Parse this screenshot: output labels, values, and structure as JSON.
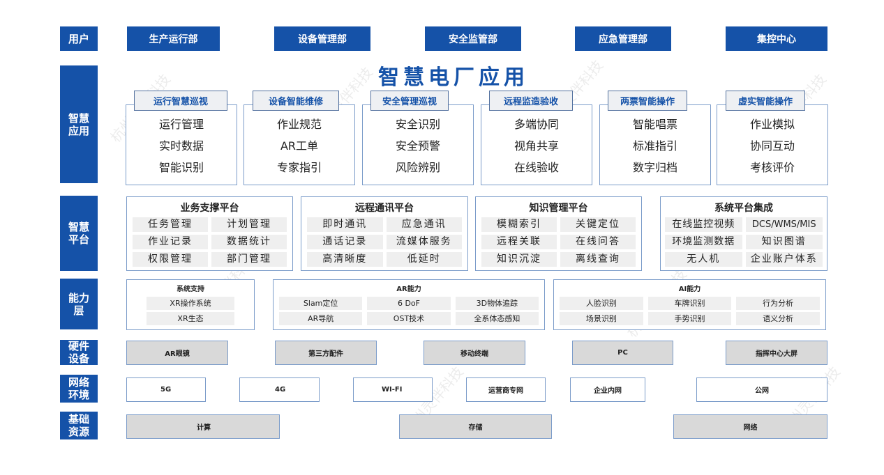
{
  "title": "智慧电厂应用",
  "colors": {
    "primary": "#1552a8",
    "border": "#7a9bc9",
    "cell_bg": "#efefef",
    "gray_box": "#d9d9d9"
  },
  "layers": {
    "user": "用户",
    "app": "智慧\n应用",
    "platform": "智慧\n平台",
    "capability": "能力\n层",
    "hardware": "硬件\n设备",
    "network": "网络\n环境",
    "base": "基础\n资源"
  },
  "users": [
    "生产运行部",
    "设备管理部",
    "安全监管部",
    "应急管理部",
    "集控中心"
  ],
  "apps": [
    {
      "title": "运行智慧巡视",
      "items": [
        "运行管理",
        "实时数据",
        "智能识别"
      ]
    },
    {
      "title": "设备智能维修",
      "items": [
        "作业规范",
        "AR工单",
        "专家指引"
      ]
    },
    {
      "title": "安全管理巡视",
      "items": [
        "安全识别",
        "安全预警",
        "风险辨别"
      ]
    },
    {
      "title": "远程监造验收",
      "items": [
        "多端协同",
        "视角共享",
        "在线验收"
      ]
    },
    {
      "title": "两票智能操作",
      "items": [
        "智能唱票",
        "标准指引",
        "数字归档"
      ]
    },
    {
      "title": "虚实智能操作",
      "items": [
        "作业模拟",
        "协同互动",
        "考核评价"
      ]
    }
  ],
  "platforms": [
    {
      "title": "业务支撑平台",
      "items": [
        "任务管理",
        "计划管理",
        "作业记录",
        "数据统计",
        "权限管理",
        "部门管理"
      ]
    },
    {
      "title": "远程通讯平台",
      "items": [
        "即时通讯",
        "应急通讯",
        "通话记录",
        "流媒体服务",
        "高清晰度",
        "低延时"
      ]
    },
    {
      "title": "知识管理平台",
      "items": [
        "模糊索引",
        "关键定位",
        "远程关联",
        "在线问答",
        "知识沉淀",
        "离线查询"
      ]
    },
    {
      "title": "系统平台集成",
      "items": [
        "在线监控视频",
        "DCS/WMS/MIS",
        "环境监测数据",
        "知识图谱",
        "无人机",
        "企业账户体系"
      ]
    }
  ],
  "capabilities": [
    {
      "title": "系统支持",
      "items": [
        "XR操作系统",
        "XR生态"
      ]
    },
    {
      "title": "AR能力",
      "items": [
        "Slam定位",
        "6 DoF",
        "3D物体追踪",
        "AR导航",
        "OST技术",
        "全系体态感知"
      ]
    },
    {
      "title": "AI能力",
      "items": [
        "人脸识别",
        "车牌识别",
        "行为分析",
        "场景识别",
        "手势识别",
        "语义分析"
      ]
    }
  ],
  "hardware": [
    "AR眼镜",
    "第三方配件",
    "移动终端",
    "PC",
    "指挥中心大屏"
  ],
  "network": [
    "5G",
    "4G",
    "WI-FI",
    "运营商专网",
    "企业内网",
    "公网"
  ],
  "base": [
    "计算",
    "存储",
    "网络"
  ],
  "watermark": "杭州灵伴科技"
}
